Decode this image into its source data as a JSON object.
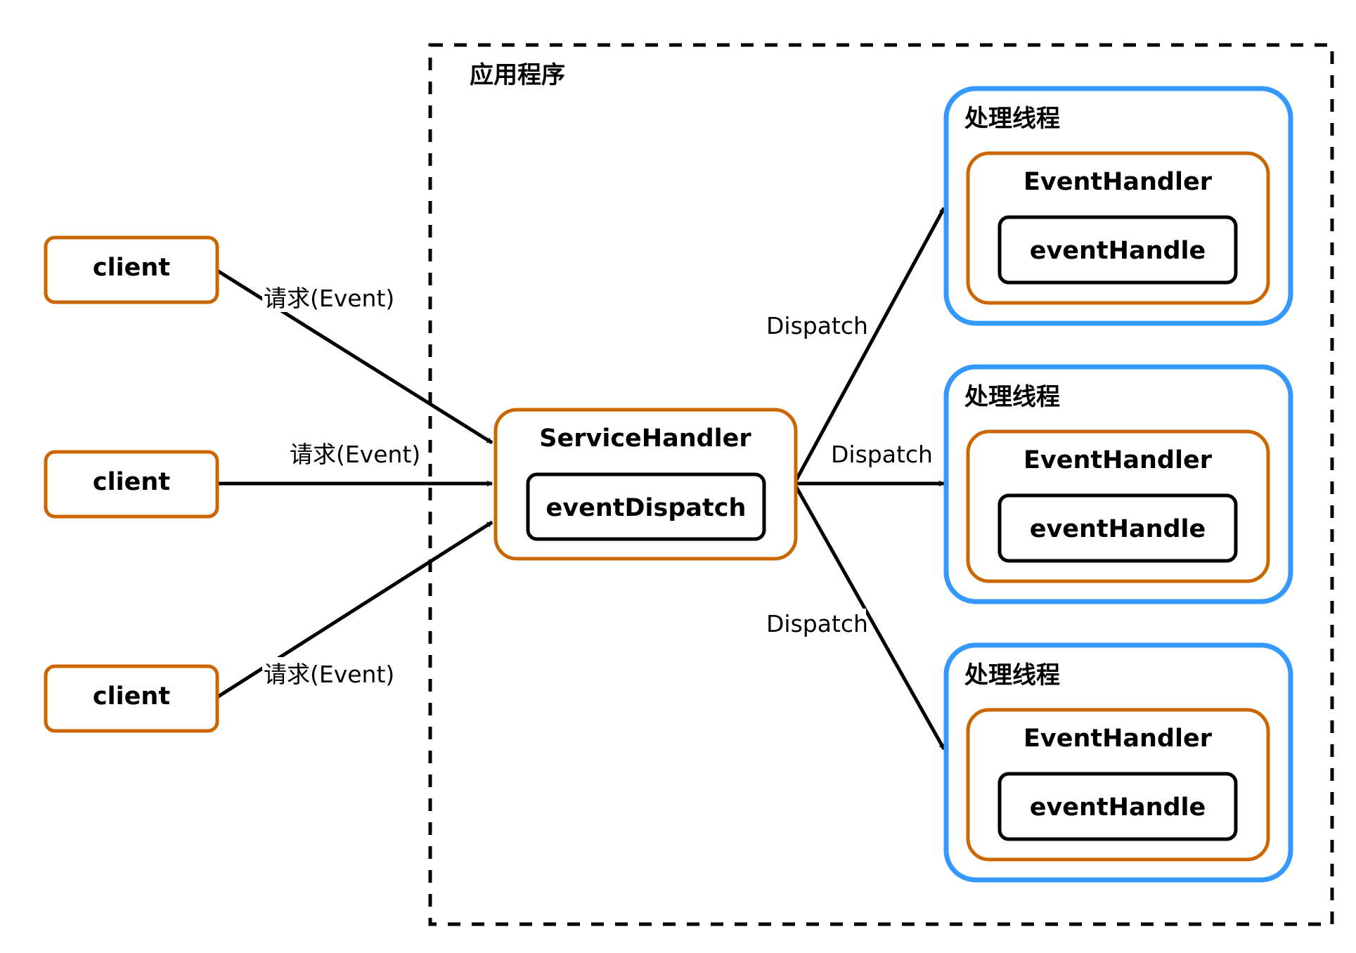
{
  "app_container": {
    "title": "应用程序"
  },
  "clients": [
    {
      "label": "client"
    },
    {
      "label": "client"
    },
    {
      "label": "client"
    }
  ],
  "request_edges": [
    {
      "label": "请求(Event)"
    },
    {
      "label": "请求(Event)"
    },
    {
      "label": "请求(Event)"
    }
  ],
  "service_handler": {
    "title": "ServiceHandler",
    "method": "eventDispatch"
  },
  "dispatch_edges": [
    {
      "label": "Dispatch"
    },
    {
      "label": "Dispatch"
    },
    {
      "label": "Dispatch"
    }
  ],
  "threads": [
    {
      "title": "处理线程",
      "handler": "EventHandler",
      "method": "eventHandle"
    },
    {
      "title": "处理线程",
      "handler": "EventHandler",
      "method": "eventHandle"
    },
    {
      "title": "处理线程",
      "handler": "EventHandler",
      "method": "eventHandle"
    }
  ],
  "colors": {
    "client_border": "#cc6600",
    "handler_border": "#cc6600",
    "thread_border": "#3399ff",
    "inner_border": "#000000",
    "container_border": "#000000",
    "edge": "#000000"
  }
}
